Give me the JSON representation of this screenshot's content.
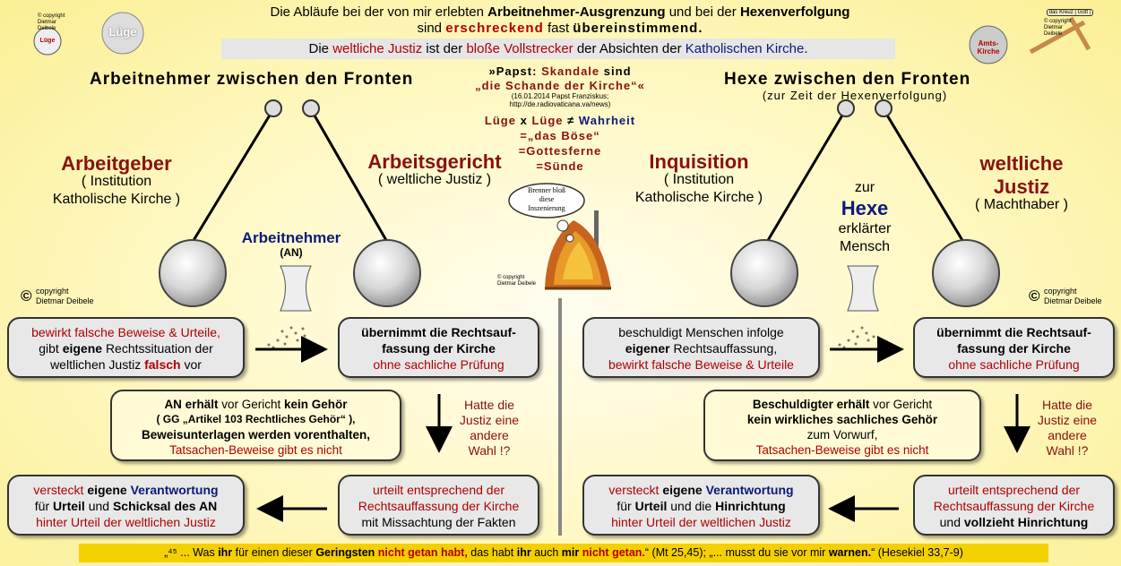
{
  "header": {
    "line1_a": "Die Abläufe bei der von mir erlebten",
    "line1_b": "Arbeitnehmer-Ausgrenzung",
    "line1_c": "und bei der",
    "line1_d": "Hexenverfolgung",
    "line2_a": "sind",
    "line2_b": "erschreckend",
    "line2_c": "fast",
    "line2_d": "übereinstimmend.",
    "bar_a": "Die",
    "bar_b": "weltliche Justiz",
    "bar_c": "ist der",
    "bar_d": "bloße Vollstrecker",
    "bar_e": "der Absichten der",
    "bar_f": "Katholischen Kirche",
    "bar_g": "."
  },
  "logos": {
    "left_small": "© copyright Dietmar Deibele",
    "luege_small": "Lüge",
    "luege_big": "Lüge",
    "right_badge": "das Kreuz | Gott |",
    "right_small": "© copyright Dietmar Deibele",
    "right_round": "Amts-Kirche"
  },
  "left": {
    "heading": "Arbeitnehmer zwischen den Fronten",
    "employer": "Arbeitgeber",
    "employer_sub1": "( Institution",
    "employer_sub2": "Katholische Kirche )",
    "court": "Arbeitsgericht",
    "court_sub": "( weltliche Justiz )",
    "worker": "Arbeitnehmer",
    "worker_abbr": "(AN)",
    "copyright1": "copyright",
    "copyright2": "Dietmar Deibele",
    "box1_l1": "bewirkt falsche Beweise & Urteile,",
    "box1_l2a": "gibt",
    "box1_l2b": "eigene",
    "box1_l2c": "Rechtssituation der",
    "box1_l3a": "weltlichen Justiz",
    "box1_l3b": "falsch",
    "box1_l3c": "vor",
    "box2_l1": "übernimmt die Rechtsauf-",
    "box2_l2": "fassung der Kirche",
    "box2_l3": "ohne sachliche Prüfung",
    "box3_l1a": "AN erhält",
    "box3_l1b": "vor Gericht",
    "box3_l1c": "kein Gehör",
    "box3_l2": "( GG „Artikel 103 Rechtliches Gehör“ ),",
    "box3_l3": "Beweisunterlagen werden vorenthalten,",
    "box3_l4": "Tatsachen-Beweise gibt es nicht",
    "question1": "Hatte die",
    "question2": "Justiz eine",
    "question3": "andere",
    "question4": "Wahl !?",
    "box4_l1": "urteilt entsprechend der",
    "box4_l2": "Rechtsauffassung der Kirche",
    "box4_l3": "mit Missachtung der Fakten",
    "box5_l1a": "versteckt",
    "box5_l1b": "eigene",
    "box5_l1c": "Verantwortung",
    "box5_l2a": "für",
    "box5_l2b": "Urteil",
    "box5_l2c": "und",
    "box5_l2d": "Schicksal des AN",
    "box5_l3": "hinter Urteil der weltlichen Justiz"
  },
  "center": {
    "quote1": "»Papst:",
    "quote2": "Skandale",
    "quote3": "sind",
    "quote4": "„die Schande der Kirche“«",
    "source1": "(16.01.2014 Papst Franziskus;",
    "source2": "http://de.radiovaticana.va/news)",
    "eq1a": "Lüge",
    "eq1b": "x",
    "eq1c": "Lüge",
    "eq1d": "≠",
    "eq1e": "Wahrheit",
    "eq2": "=„das Böse“",
    "eq3": "=Gottesferne",
    "eq4": "=Sünde",
    "cloud1": "Brenner bloß",
    "cloud2": "diese",
    "cloud3": "Inszenierung",
    "pyre_copy1": "© copyright",
    "pyre_copy2": "Dietmar Deibele"
  },
  "right": {
    "heading": "Hexe zwischen den Fronten",
    "heading_sub": "(zur Zeit der Hexenverfolgung)",
    "inquisition": "Inquisition",
    "inq_sub1": "( Institution",
    "inq_sub2": "Katholische Kirche )",
    "justice1": "weltliche",
    "justice2": "Justiz",
    "justice_sub": "( Machthaber )",
    "witch_pre": "zur",
    "witch": "Hexe",
    "witch_post1": "erklärter",
    "witch_post2": "Mensch",
    "copyright1": "copyright",
    "copyright2": "Dietmar Deibele",
    "box1_l1": "beschuldigt Menschen infolge",
    "box1_l2a": "eigener",
    "box1_l2b": "Rechtsauffassung,",
    "box1_l3": "bewirkt falsche Beweise & Urteile",
    "box2_l1": "übernimmt die Rechtsauf-",
    "box2_l2": "fassung der Kirche",
    "box2_l3": "ohne sachliche Prüfung",
    "box3_l1a": "Beschuldigter erhält",
    "box3_l1b": "vor Gericht",
    "box3_l2": "kein wirkliches sachliches Gehör",
    "box3_l3": "zum Vorwurf,",
    "box3_l4": "Tatsachen-Beweise gibt es nicht",
    "question1": "Hatte die",
    "question2": "Justiz eine",
    "question3": "andere",
    "question4": "Wahl !?",
    "box4_l1": "urteilt entsprechend der",
    "box4_l2": "Rechtsauffassung der Kirche",
    "box4_l3a": "und",
    "box4_l3b": "vollzieht Hinrichtung",
    "box5_l1a": "versteckt",
    "box5_l1b": "eigene",
    "box5_l1c": "Verantwortung",
    "box5_l2a": "für",
    "box5_l2b": "Urteil",
    "box5_l2c": "und die",
    "box5_l2d": "Hinrichtung",
    "box5_l3": "hinter Urteil der weltlichen Justiz"
  },
  "footer": {
    "p1": "„⁴⁵ ... Was",
    "p2": "ihr",
    "p3": "für einen dieser",
    "p4": "Geringsten",
    "p5": "nicht getan habt,",
    "p6": "das habt",
    "p7": "ihr",
    "p8": "auch",
    "p9": "mir",
    "p10": "nicht getan.",
    "p11": "“ (Mt 25,45); „... musst du sie",
    "p12": "vor mir",
    "p13": "warnen.",
    "p14": "“ (Hesekiel 33,7-9)"
  },
  "colors": {
    "accent_red": "#b00000",
    "navy": "#0a1a7a",
    "background": "#fff9c8",
    "footer_bar": "#f5d000"
  }
}
